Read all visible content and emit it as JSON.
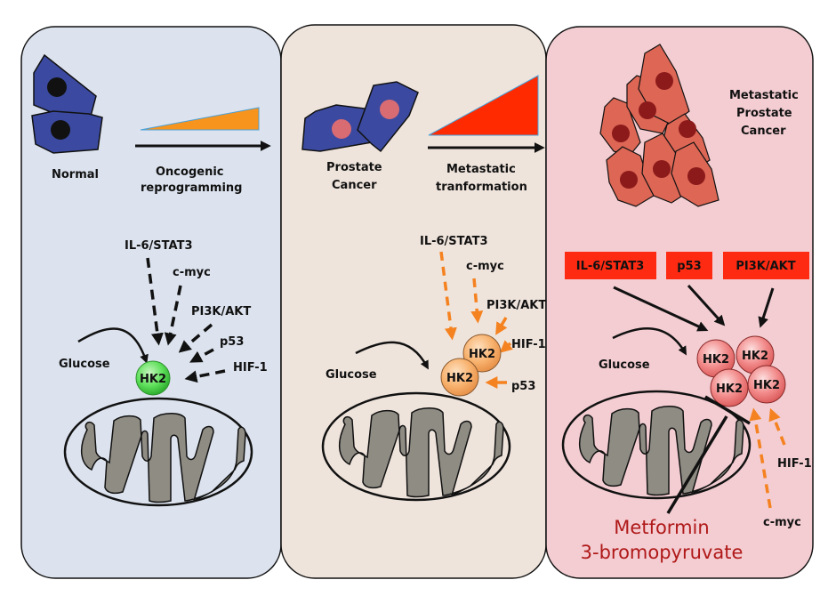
{
  "title": "Hexokinase 2 (HK2) in prostate cancer progression",
  "colors": {
    "panel_normal": "#dce3ee",
    "panel_cancer": "#efe4dc",
    "panel_metastatic": "#f3cdd2",
    "cell_blue": "#3b4aa0",
    "nucleus_normal": "#111111",
    "nucleus_cancer": "#d96b73",
    "metastatic_cell": "#dd6655",
    "metastatic_nucleus": "#8c1a1a",
    "wedge_orange": "#f7941d",
    "wedge_red": "#ff2a00",
    "hk2_green": "#5ee05a",
    "hk2_orange": "#f8b26e",
    "hk2_red": "#f28a8a",
    "arrow_orange": "#f58220",
    "box_red": "#ff2a12",
    "mito_gray": "#8f8c84",
    "drug_text": "#b01818"
  },
  "panels": [
    {
      "id": "normal",
      "cell_label": "Normal",
      "transition_label": [
        "Oncogenic",
        "reprogramming"
      ],
      "regulators": [
        "IL-6/STAT3",
        "c-myc",
        "PI3K/AKT",
        "p53",
        "HIF-1"
      ],
      "substrate": "Glucose",
      "enzyme": [
        "HK2"
      ]
    },
    {
      "id": "prostate-cancer",
      "cell_label": [
        "Prostate",
        "Cancer"
      ],
      "transition_label": [
        "Metastatic",
        "tranformation"
      ],
      "regulators": [
        "IL-6/STAT3",
        "c-myc",
        "PI3K/AKT",
        "HIF-1",
        "p53"
      ],
      "substrate": "Glucose",
      "enzyme": [
        "HK2",
        "HK2"
      ]
    },
    {
      "id": "metastatic",
      "cell_label": [
        "Metastatic",
        "Prostate",
        "Cancer"
      ],
      "boxed_regulators": [
        "IL-6/STAT3",
        "p53",
        "PI3K/AKT"
      ],
      "dashed_regulators": [
        "HIF-1",
        "c-myc"
      ],
      "substrate": "Glucose",
      "enzyme": [
        "HK2",
        "HK2",
        "HK2",
        "HK2"
      ],
      "inhibitors": [
        "Metformin",
        "3-bromopyruvate"
      ]
    }
  ]
}
